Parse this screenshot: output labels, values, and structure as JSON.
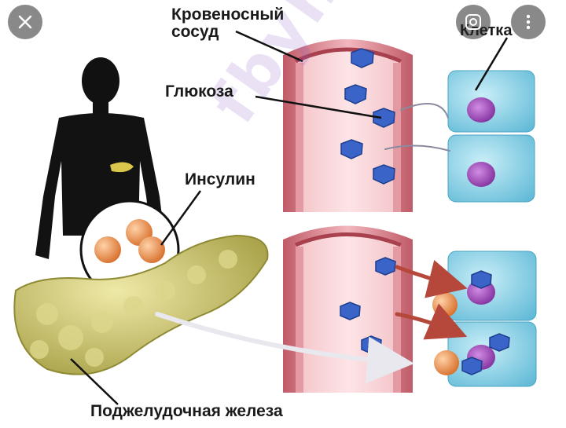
{
  "labels": {
    "vessel": "Кровеносный\nсосуд",
    "glucose": "Глюкоза",
    "cell": "Клетка",
    "insulin": "Инсулин",
    "pancreas": "Поджелудочная железа"
  },
  "watermark": "fbyht",
  "overlay": {
    "close_icon": "close-icon",
    "lens_icon": "lens-search-icon",
    "more_icon": "more-vert-icon"
  },
  "colors": {
    "vessel_wall": "#e8a0a8",
    "vessel_inner": "#f6cfd2",
    "glucose": "#3a64c8",
    "insulin": "#e98a45",
    "cell": "#8fd6ea",
    "nucleus": "#a94bc4",
    "pancreas": "#c9c26a",
    "body": "#111111"
  }
}
